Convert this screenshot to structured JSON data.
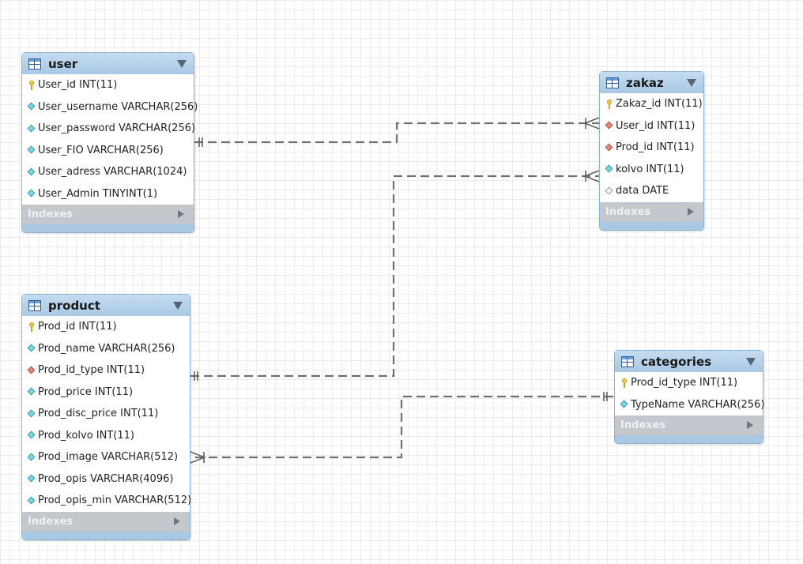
{
  "tables": {
    "user": {
      "name": "user",
      "columns": [
        {
          "text": "User_id INT(11)",
          "icon": "primary-key-icon"
        },
        {
          "text": "User_username VARCHAR(256)",
          "icon": "column-diamond-icon"
        },
        {
          "text": "User_password VARCHAR(256)",
          "icon": "column-diamond-icon"
        },
        {
          "text": "User_FIO VARCHAR(256)",
          "icon": "column-diamond-icon"
        },
        {
          "text": "User_adress VARCHAR(1024)",
          "icon": "column-diamond-icon"
        },
        {
          "text": "User_Admin TINYINT(1)",
          "icon": "column-diamond-icon"
        }
      ],
      "indexes_label": "Indexes"
    },
    "zakaz": {
      "name": "zakaz",
      "columns": [
        {
          "text": "Zakaz_id INT(11)",
          "icon": "primary-key-icon"
        },
        {
          "text": "User_id INT(11)",
          "icon": "foreign-key-icon"
        },
        {
          "text": "Prod_id INT(11)",
          "icon": "foreign-key-icon"
        },
        {
          "text": "kolvo INT(11)",
          "icon": "column-diamond-icon"
        },
        {
          "text": "data DATE",
          "icon": "nullable-column-icon"
        }
      ],
      "indexes_label": "Indexes"
    },
    "product": {
      "name": "product",
      "columns": [
        {
          "text": "Prod_id INT(11)",
          "icon": "primary-key-icon"
        },
        {
          "text": "Prod_name VARCHAR(256)",
          "icon": "column-diamond-icon"
        },
        {
          "text": "Prod_id_type INT(11)",
          "icon": "foreign-key-icon"
        },
        {
          "text": "Prod_price INT(11)",
          "icon": "column-diamond-icon"
        },
        {
          "text": "Prod_disc_price INT(11)",
          "icon": "column-diamond-icon"
        },
        {
          "text": "Prod_kolvo INT(11)",
          "icon": "column-diamond-icon"
        },
        {
          "text": "Prod_image VARCHAR(512)",
          "icon": "column-diamond-icon"
        },
        {
          "text": "Prod_opis VARCHAR(4096)",
          "icon": "column-diamond-icon"
        },
        {
          "text": "Prod_opis_min VARCHAR(512)",
          "icon": "column-diamond-icon"
        }
      ],
      "indexes_label": "Indexes"
    },
    "categories": {
      "name": "categories",
      "columns": [
        {
          "text": "Prod_id_type INT(11)",
          "icon": "primary-key-icon"
        },
        {
          "text": "TypeName VARCHAR(256)",
          "icon": "column-diamond-icon"
        }
      ],
      "indexes_label": "Indexes"
    }
  },
  "relationships": [
    {
      "from": "user",
      "to": "zakaz",
      "from_cardinality": "one",
      "to_cardinality": "many"
    },
    {
      "from": "product",
      "to": "zakaz",
      "from_cardinality": "one",
      "to_cardinality": "many"
    },
    {
      "from": "categories",
      "to": "product",
      "from_cardinality": "one",
      "to_cardinality": "many"
    }
  ],
  "colors": {
    "header": "#a9c8e4",
    "indexes_bar": "#c4c7cb",
    "link": "#707070",
    "primary_key": "#f2c94c",
    "foreign_key": "#e08a82",
    "column": "#7fd6e0"
  }
}
